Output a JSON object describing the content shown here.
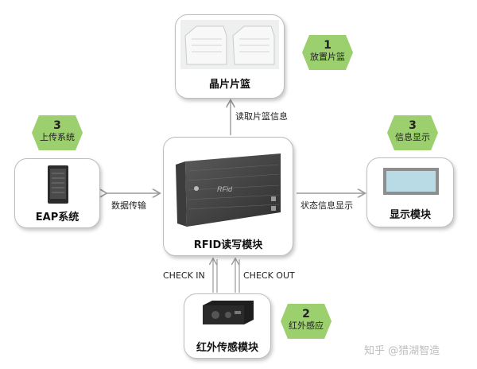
{
  "nodes": {
    "wafer_basket": "晶片片篮",
    "eap": "EAP系统",
    "rfid": "RFID读写模块",
    "display": "显示模块",
    "infrared": "红外传感模块",
    "rfid_device_text": "RFid"
  },
  "steps": [
    {
      "num": "1",
      "label": "放置片篮"
    },
    {
      "num": "3",
      "label": "上传系统"
    },
    {
      "num": "3",
      "label": "信息显示"
    },
    {
      "num": "2",
      "label": "红外感应"
    }
  ],
  "connections": {
    "read_basket": "读取片篮信息",
    "data_transfer": "数据传输",
    "status_display": "状态信息显示",
    "check_in": "CHECK IN",
    "check_out": "CHECK OUT"
  },
  "watermark": "知乎 @猎湖智造",
  "colors": {
    "hex_fill": "#9ccf6d",
    "box_border": "#bdbdbd",
    "arrow": "#9a9a9a"
  }
}
